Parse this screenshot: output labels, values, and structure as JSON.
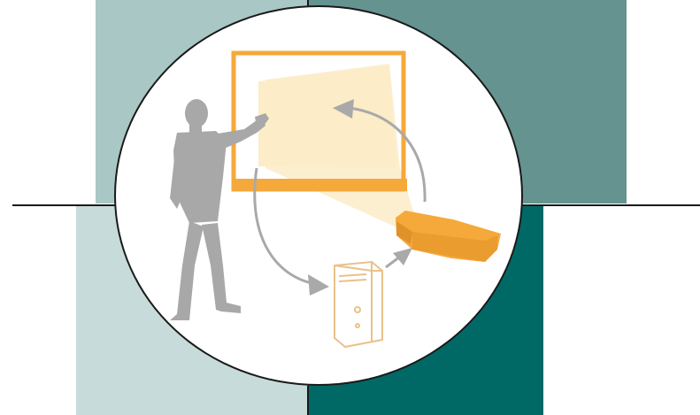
{
  "colors": {
    "quadrant_top_left": "#a9c7c5",
    "quadrant_top_right": "#659390",
    "quadrant_bottom_left": "#c7dbda",
    "quadrant_bottom_right": "#006966",
    "divider": "#1a1a1a",
    "circle_fill": "#ffffff",
    "whiteboard_frame": "#f5a93a",
    "projected_light": "#fcecc8",
    "projector_body": "#f5a93a",
    "person_silhouette": "#a8a8a8",
    "arrow": "#a9a9a9",
    "computer_outline": "#e8c28a"
  },
  "icons": {
    "presenter": "person-pointing-silhouette",
    "board": "interactive-whiteboard",
    "projector": "projector",
    "computer": "desktop-tower-computer",
    "flow_arrows": "curved-arrows"
  }
}
